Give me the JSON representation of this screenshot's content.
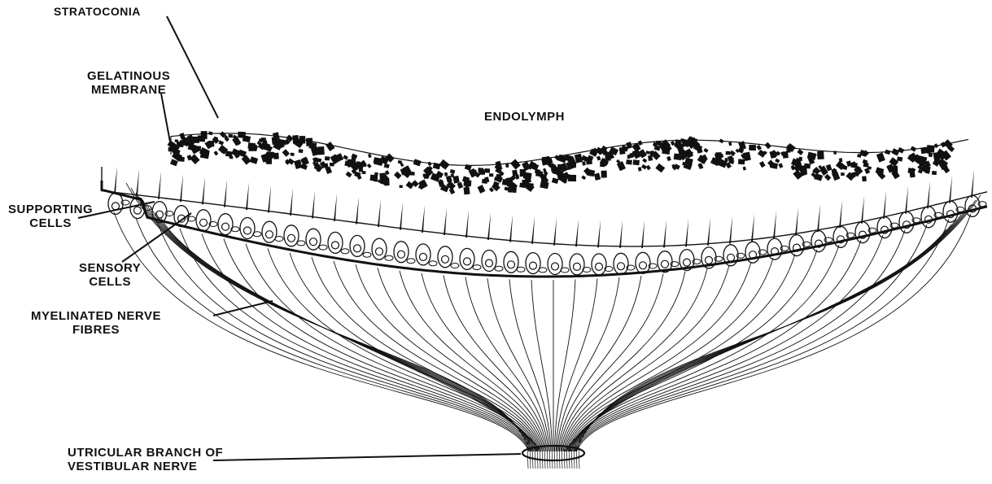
{
  "labels": {
    "stratoconia": "STRATOCONIA",
    "gelatinous_line1": "GELATINOUS",
    "gelatinous_line2": "MEMBRANE",
    "endolymph": "ENDOLYMPH",
    "supporting_line1": "SUPPORTING",
    "supporting_line2": "CELLS",
    "sensory_line1": "SENSORY",
    "sensory_line2": "CELLS",
    "myelinated_line1": "MYELINATED NERVE",
    "myelinated_line2": "FIBRES",
    "utricular_line1": "UTRICULAR BRANCH OF",
    "utricular_line2": "VESTIBULAR NERVE"
  },
  "colors": {
    "ink": "#111111",
    "background": "#ffffff"
  }
}
